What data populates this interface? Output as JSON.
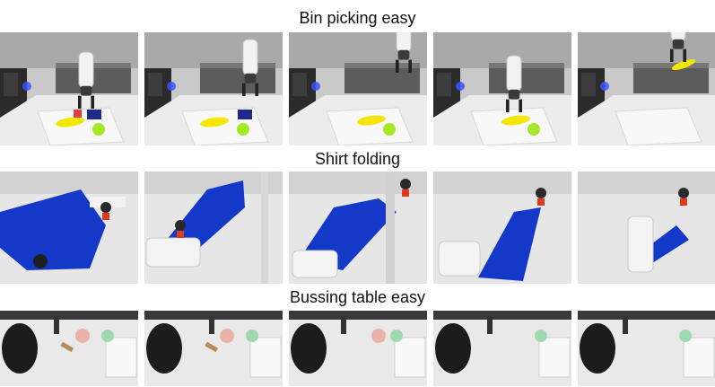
{
  "figure": {
    "sections": [
      {
        "id": "bin",
        "title": "Bin picking easy",
        "frames": 5
      },
      {
        "id": "shirt",
        "title": "Shirt folding",
        "frames": 5
      },
      {
        "id": "bussing",
        "title": "Bussing table easy",
        "frames": 5
      }
    ]
  }
}
